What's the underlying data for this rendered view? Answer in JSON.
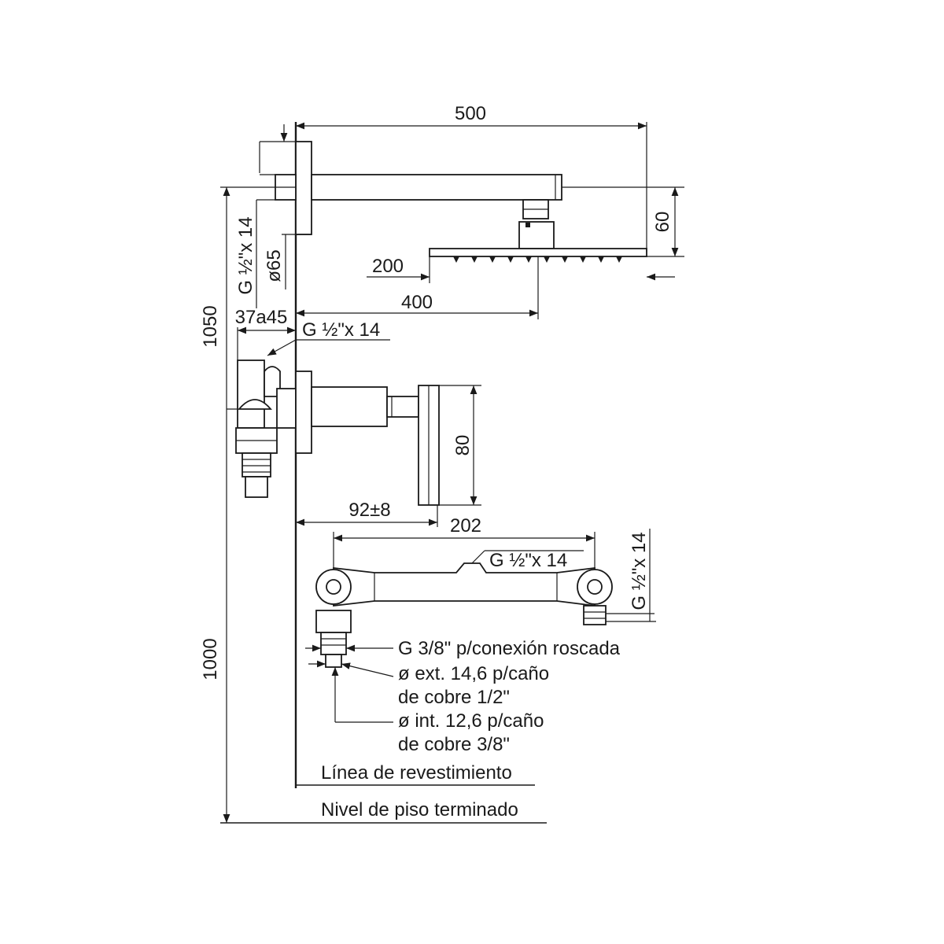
{
  "dimensions": {
    "d500": "500",
    "d60": "60",
    "d200": "200",
    "d400": "400",
    "d1050": "1050",
    "d37a45": "37a45",
    "dia65": "ø65",
    "thread_left_vertical": "G ½\"x 14",
    "thread_mixer": "G ½\"x 14",
    "d80": "80",
    "d92": "92±8",
    "d202": "202",
    "thread_bar": "G ½\"x 14",
    "thread_right_vertical": "G ½\"x 14",
    "d1000": "1000"
  },
  "callouts": {
    "g38": "G 3/8\" p/conexión roscada",
    "ext_line1": "ø ext. 14,6 p/caño",
    "ext_line2": "de cobre 1/2\"",
    "int_line1": "ø int. 12,6 p/caño",
    "int_line2": "de cobre 3/8\""
  },
  "reference_lines": {
    "wall_line": "Línea de revestimiento",
    "floor_line": "Nivel de piso terminado"
  }
}
